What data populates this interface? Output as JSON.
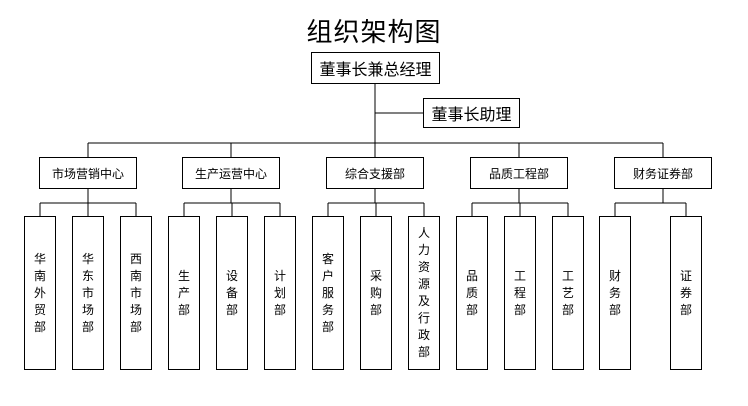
{
  "title": "组织架构图",
  "top": {
    "ceo": "董事长兼总经理",
    "assistant": "董事长助理"
  },
  "departments": [
    {
      "name": "市场营销中心",
      "children": [
        "华南外贸部",
        "华东市场部",
        "西南市场部"
      ]
    },
    {
      "name": "生产运营中心",
      "children": [
        "生产部",
        "设备部",
        "计划部"
      ]
    },
    {
      "name": "综合支援部",
      "children": [
        "客户服务部",
        "采购部",
        "人力资源及行政部"
      ]
    },
    {
      "name": "品质工程部",
      "children": [
        "品质部",
        "工程部",
        "工艺部"
      ]
    },
    {
      "name": "财务证券部",
      "children": [
        "财务部",
        "证券部"
      ]
    }
  ]
}
